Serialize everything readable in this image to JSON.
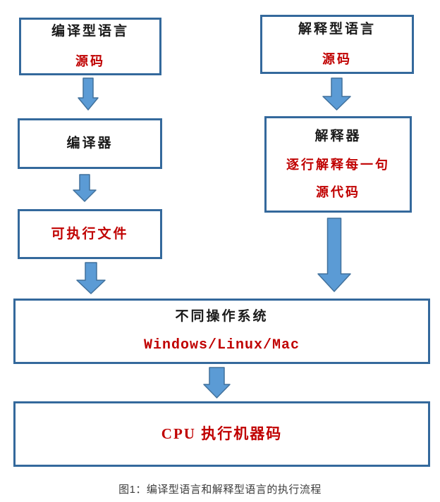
{
  "diagram": {
    "left_flow": {
      "source_box": {
        "title": "编译型语言",
        "subtitle": "源码"
      },
      "compiler_box": {
        "title": "编译器"
      },
      "executable_box": {
        "title": "可执行文件"
      }
    },
    "right_flow": {
      "source_box": {
        "title": "解释型语言",
        "subtitle": "源码"
      },
      "interpreter_box": {
        "title": "解释器",
        "line2": "逐行解释每一句",
        "line3": "源代码"
      }
    },
    "shared_flow": {
      "os_box": {
        "title": "不同操作系统",
        "subtitle": "Windows/Linux/Mac"
      },
      "cpu_box": {
        "title": "CPU 执行机器码"
      }
    },
    "caption": "图1：编译型语言和解释型语言的执行流程",
    "colors": {
      "box_border": "#34699c",
      "arrow_fill": "#5b9bd5",
      "arrow_stroke": "#41719c",
      "red_text": "#c00000",
      "black_text": "#1a1a1a",
      "caption_text": "#3d3d3d"
    }
  }
}
